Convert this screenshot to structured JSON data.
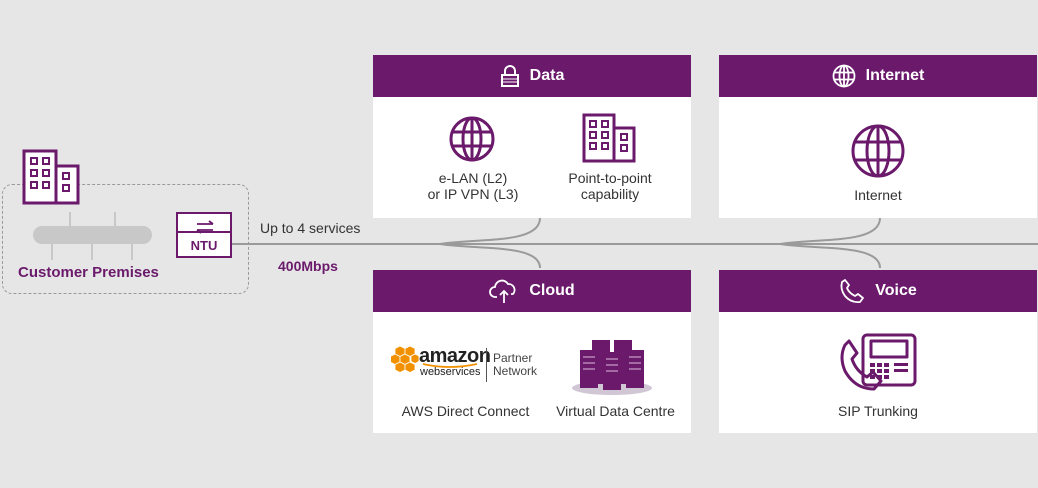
{
  "customer_premises": {
    "label": "Customer Premises"
  },
  "ntu": {
    "label": "NTU"
  },
  "link": {
    "services": "Up to 4 services",
    "speed": "400Mbps"
  },
  "panels": {
    "data": {
      "title": "Data",
      "items": [
        {
          "label": "e-LAN (L2)\nor IP VPN (L3)"
        },
        {
          "label": "Point-to-point\ncapability"
        }
      ]
    },
    "internet": {
      "title": "Internet",
      "items": [
        {
          "label": "Internet"
        }
      ]
    },
    "cloud": {
      "title": "Cloud",
      "aws_logo": {
        "amazon": "amazon",
        "webservices": "webservices",
        "partner": "Partner",
        "network": "Network"
      },
      "items": [
        {
          "label": "AWS Direct Connect"
        },
        {
          "label": "Virtual Data Centre"
        }
      ]
    },
    "voice": {
      "title": "Voice",
      "items": [
        {
          "label": "SIP Trunking"
        }
      ]
    }
  },
  "colors": {
    "brand_purple": "#6b1a6b",
    "background": "#e6e6e7",
    "aws_orange": "#f29100"
  }
}
